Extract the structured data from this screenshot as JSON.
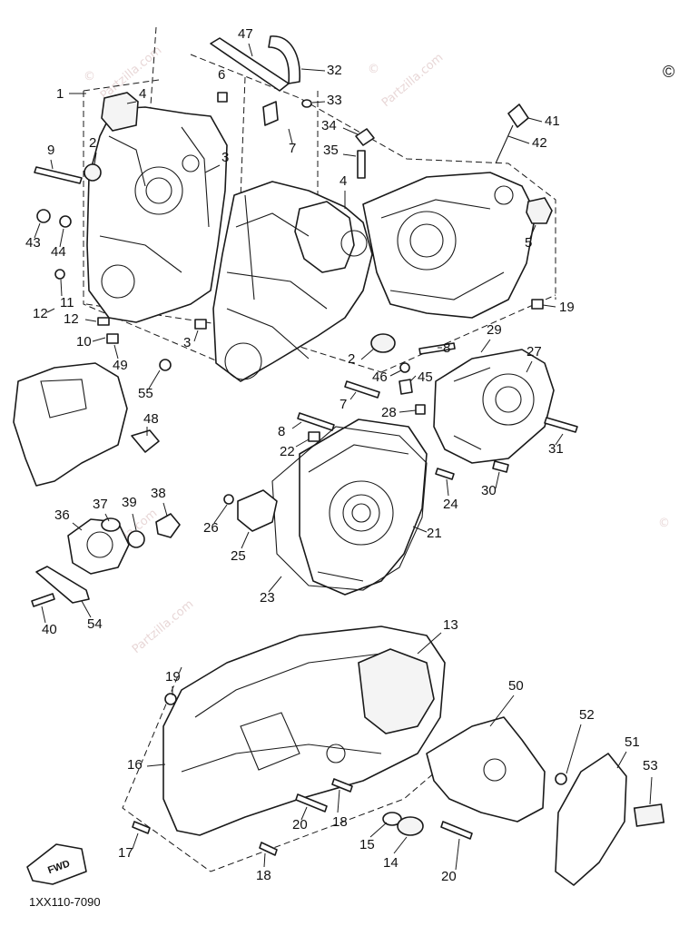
{
  "diagram": {
    "figure_code": "1XX110-7090",
    "direction_arrow_label": "FWD",
    "watermark": {
      "symbol": "©",
      "text": "Partzilla.com",
      "color": "#e8d7d7"
    },
    "callouts": [
      {
        "key": "c1",
        "label": "1"
      },
      {
        "key": "c2a",
        "label": "2"
      },
      {
        "key": "c2b",
        "label": "2"
      },
      {
        "key": "c3a",
        "label": "3"
      },
      {
        "key": "c3b",
        "label": "3"
      },
      {
        "key": "c4a",
        "label": "4"
      },
      {
        "key": "c4b",
        "label": "4"
      },
      {
        "key": "c5",
        "label": "5"
      },
      {
        "key": "c6",
        "label": "6"
      },
      {
        "key": "c7a",
        "label": "7"
      },
      {
        "key": "c7b",
        "label": "7"
      },
      {
        "key": "c8a",
        "label": "8"
      },
      {
        "key": "c8b",
        "label": "8"
      },
      {
        "key": "c9",
        "label": "9"
      },
      {
        "key": "c10",
        "label": "10"
      },
      {
        "key": "c11",
        "label": "11"
      },
      {
        "key": "c12a",
        "label": "12"
      },
      {
        "key": "c12b",
        "label": "12"
      },
      {
        "key": "c13",
        "label": "13"
      },
      {
        "key": "c14",
        "label": "14"
      },
      {
        "key": "c15",
        "label": "15"
      },
      {
        "key": "c16",
        "label": "16"
      },
      {
        "key": "c17",
        "label": "17"
      },
      {
        "key": "c18a",
        "label": "18"
      },
      {
        "key": "c18b",
        "label": "18"
      },
      {
        "key": "c19a",
        "label": "19"
      },
      {
        "key": "c19b",
        "label": "19"
      },
      {
        "key": "c20a",
        "label": "20"
      },
      {
        "key": "c20b",
        "label": "20"
      },
      {
        "key": "c21",
        "label": "21"
      },
      {
        "key": "c22",
        "label": "22"
      },
      {
        "key": "c23",
        "label": "23"
      },
      {
        "key": "c24",
        "label": "24"
      },
      {
        "key": "c25",
        "label": "25"
      },
      {
        "key": "c26",
        "label": "26"
      },
      {
        "key": "c27",
        "label": "27"
      },
      {
        "key": "c28",
        "label": "28"
      },
      {
        "key": "c29",
        "label": "29"
      },
      {
        "key": "c30",
        "label": "30"
      },
      {
        "key": "c31",
        "label": "31"
      },
      {
        "key": "c32",
        "label": "32"
      },
      {
        "key": "c33",
        "label": "33"
      },
      {
        "key": "c34",
        "label": "34"
      },
      {
        "key": "c35",
        "label": "35"
      },
      {
        "key": "c36",
        "label": "36"
      },
      {
        "key": "c37",
        "label": "37"
      },
      {
        "key": "c38",
        "label": "38"
      },
      {
        "key": "c39",
        "label": "39"
      },
      {
        "key": "c40",
        "label": "40"
      },
      {
        "key": "c41",
        "label": "41"
      },
      {
        "key": "c42",
        "label": "42"
      },
      {
        "key": "c43",
        "label": "43"
      },
      {
        "key": "c44",
        "label": "44"
      },
      {
        "key": "c45",
        "label": "45"
      },
      {
        "key": "c46",
        "label": "46"
      },
      {
        "key": "c47",
        "label": "47"
      },
      {
        "key": "c48",
        "label": "48"
      },
      {
        "key": "c49",
        "label": "49"
      },
      {
        "key": "c50",
        "label": "50"
      },
      {
        "key": "c51",
        "label": "51"
      },
      {
        "key": "c52",
        "label": "52"
      },
      {
        "key": "c53",
        "label": "53"
      },
      {
        "key": "c54",
        "label": "54"
      },
      {
        "key": "c55",
        "label": "55"
      }
    ]
  }
}
